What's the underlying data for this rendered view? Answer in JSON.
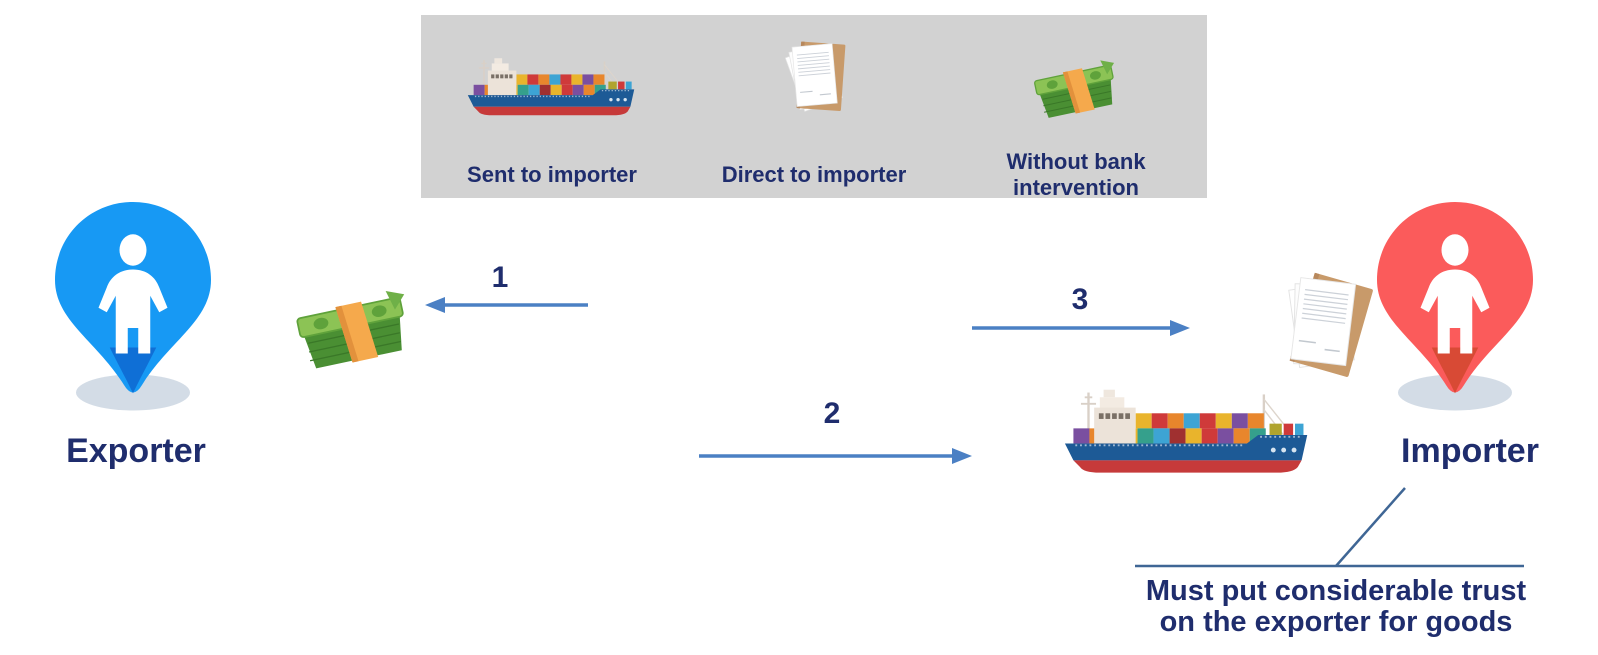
{
  "legend": {
    "items": [
      {
        "icon": "cargo-ship-icon",
        "label": "Sent to importer"
      },
      {
        "icon": "documents-icon",
        "label": "Direct to importer"
      },
      {
        "icon": "money-stack-icon",
        "label": "Without bank intervention"
      }
    ]
  },
  "actors": {
    "exporter": {
      "label": "Exporter",
      "pin_color": "#1799f4",
      "pin_tip_color": "#0f6fd6"
    },
    "importer": {
      "label": "Importer",
      "pin_color": "#fb5b5b",
      "pin_tip_color": "#d84a35"
    }
  },
  "flows": [
    {
      "number": "1",
      "direction": "left",
      "item": "money-stack-icon"
    },
    {
      "number": "2",
      "direction": "right",
      "item": "cargo-ship-icon"
    },
    {
      "number": "3",
      "direction": "right",
      "item": "documents-icon"
    }
  ],
  "note": {
    "lines": [
      "Must put considerable trust",
      "on the exporter for goods"
    ]
  },
  "colors": {
    "legend_background": "#d2d2d2",
    "text_navy": "#1f2d6d",
    "arrow_blue": "#4b80c4",
    "callout_line": "#3f6695",
    "pin_shadow": "#d3dce6"
  }
}
